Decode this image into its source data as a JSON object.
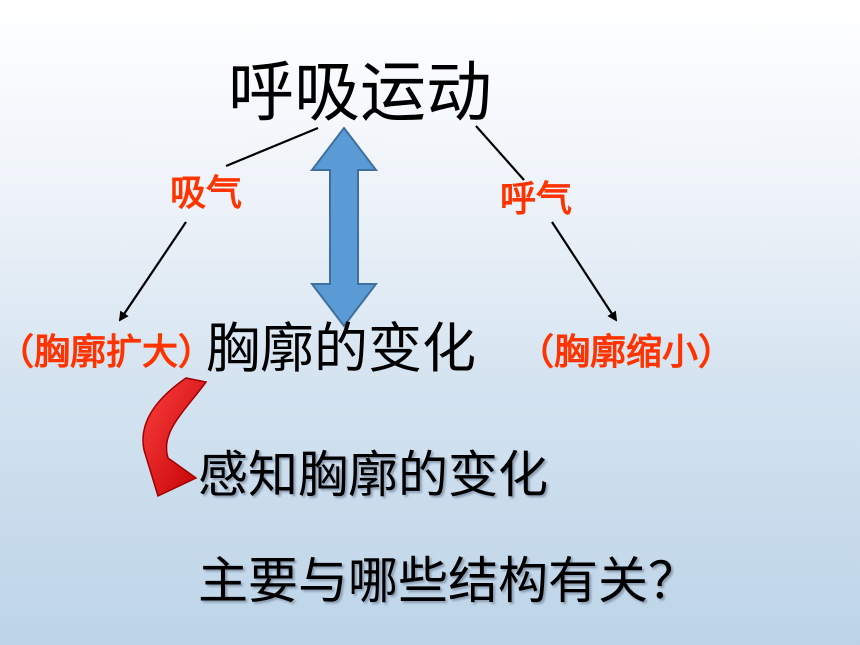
{
  "diagram": {
    "title": "呼吸运动",
    "inhale_label": "吸气",
    "exhale_label": "呼气",
    "middle_label": "胸廓的变化",
    "left_paren": "（胸廓扩大）",
    "right_paren": "（胸廓缩小）",
    "question_line1": "感知胸廓的变化",
    "question_line2": "主要与哪些结构有关？"
  },
  "colors": {
    "label_red": "#ff3300",
    "double_arrow_fill": "#5b9bd5",
    "double_arrow_stroke": "#3f6f9f",
    "curved_arrow_red": "#e00000"
  }
}
